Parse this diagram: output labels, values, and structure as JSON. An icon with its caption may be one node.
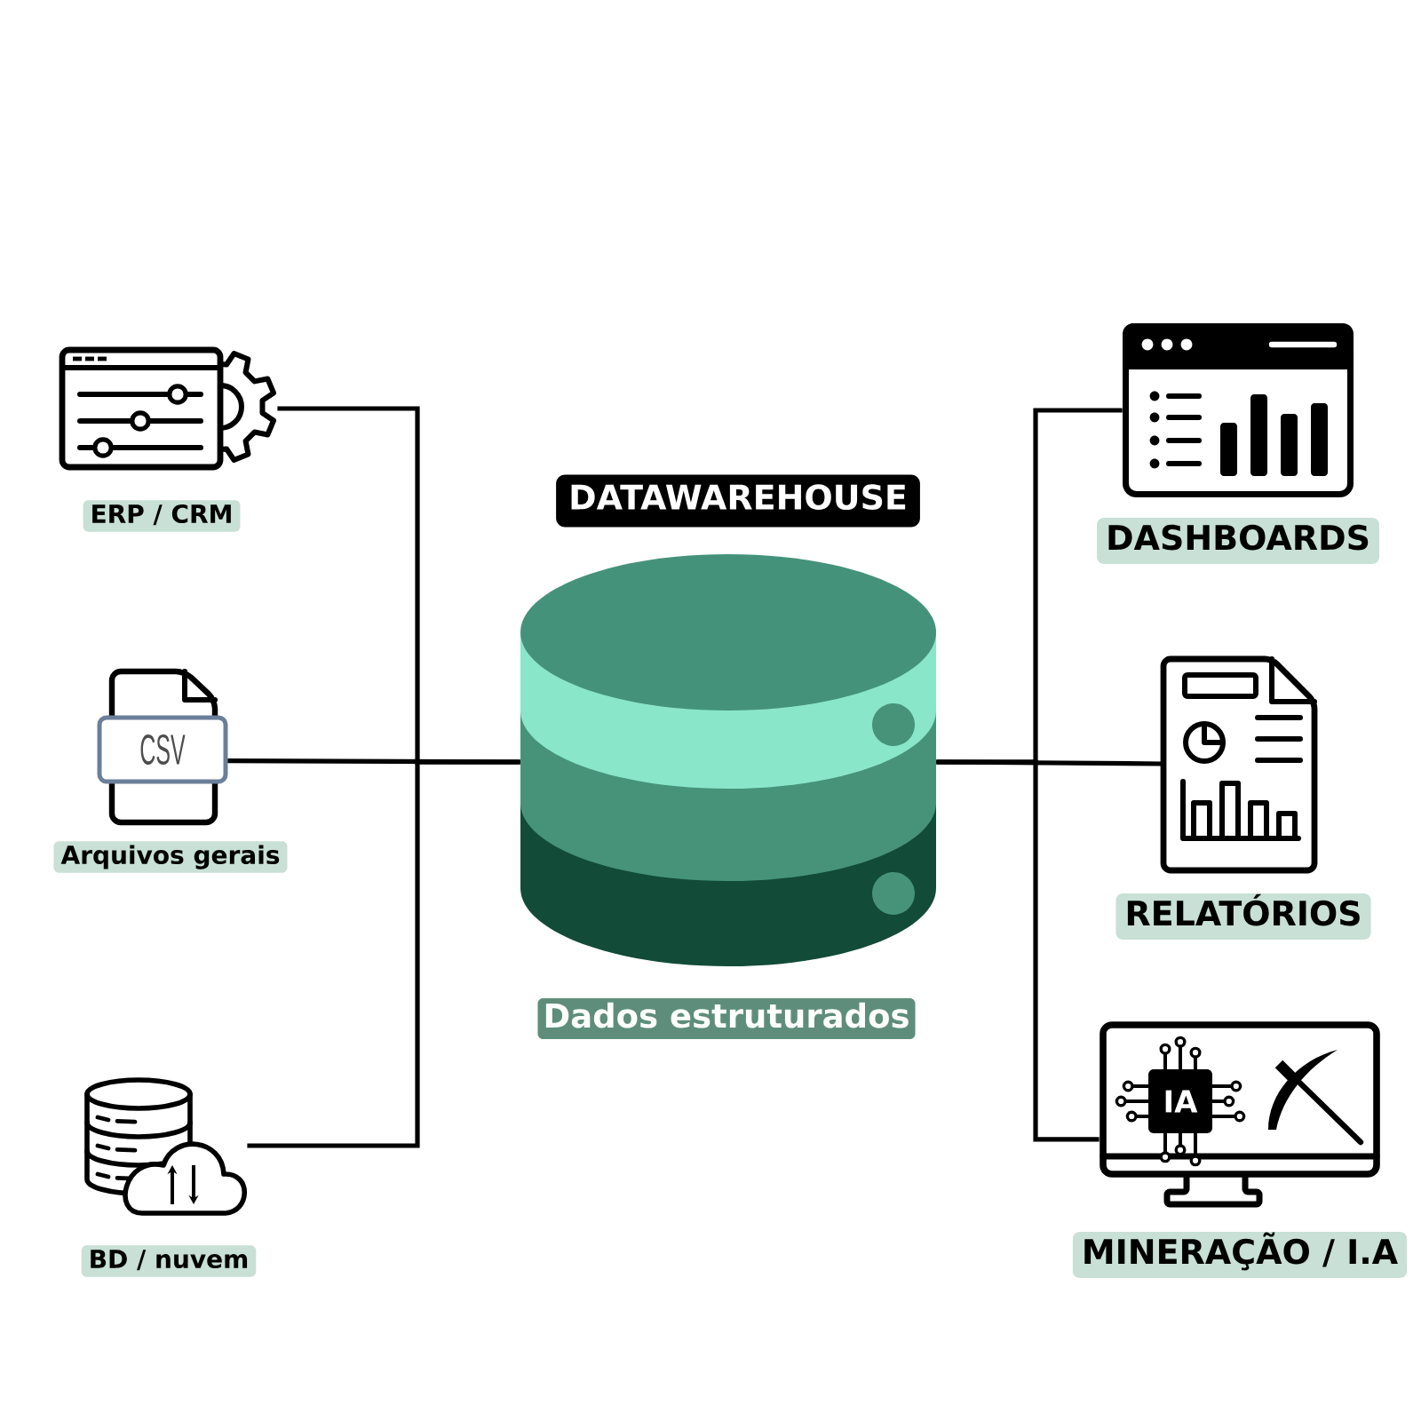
{
  "diagram": {
    "nodes": [
      {
        "text": [
          "ERP / CRM"
        ]
      },
      {
        "text": [
          "CSV",
          "Arquivos gerais"
        ]
      },
      {
        "text": [
          "BD / nuvem"
        ]
      },
      {
        "text": [
          "DATAWAREHOUSE",
          "Dados estruturados"
        ]
      },
      {
        "text": [
          "DASHBOARDS"
        ]
      },
      {
        "text": [
          "RELATÓRIOS"
        ]
      },
      {
        "text": [
          "IA",
          "MINERAÇÃO / I.A"
        ]
      }
    ],
    "edges": [
      {
        "from": 0,
        "to": 3,
        "arrow": "none"
      },
      {
        "from": 1,
        "to": 3,
        "arrow": "none"
      },
      {
        "from": 2,
        "to": 3,
        "arrow": "none"
      },
      {
        "from": 3,
        "to": 4,
        "arrow": "none"
      },
      {
        "from": 3,
        "to": 5,
        "arrow": "none"
      },
      {
        "from": 3,
        "to": 6,
        "arrow": "none"
      }
    ]
  }
}
